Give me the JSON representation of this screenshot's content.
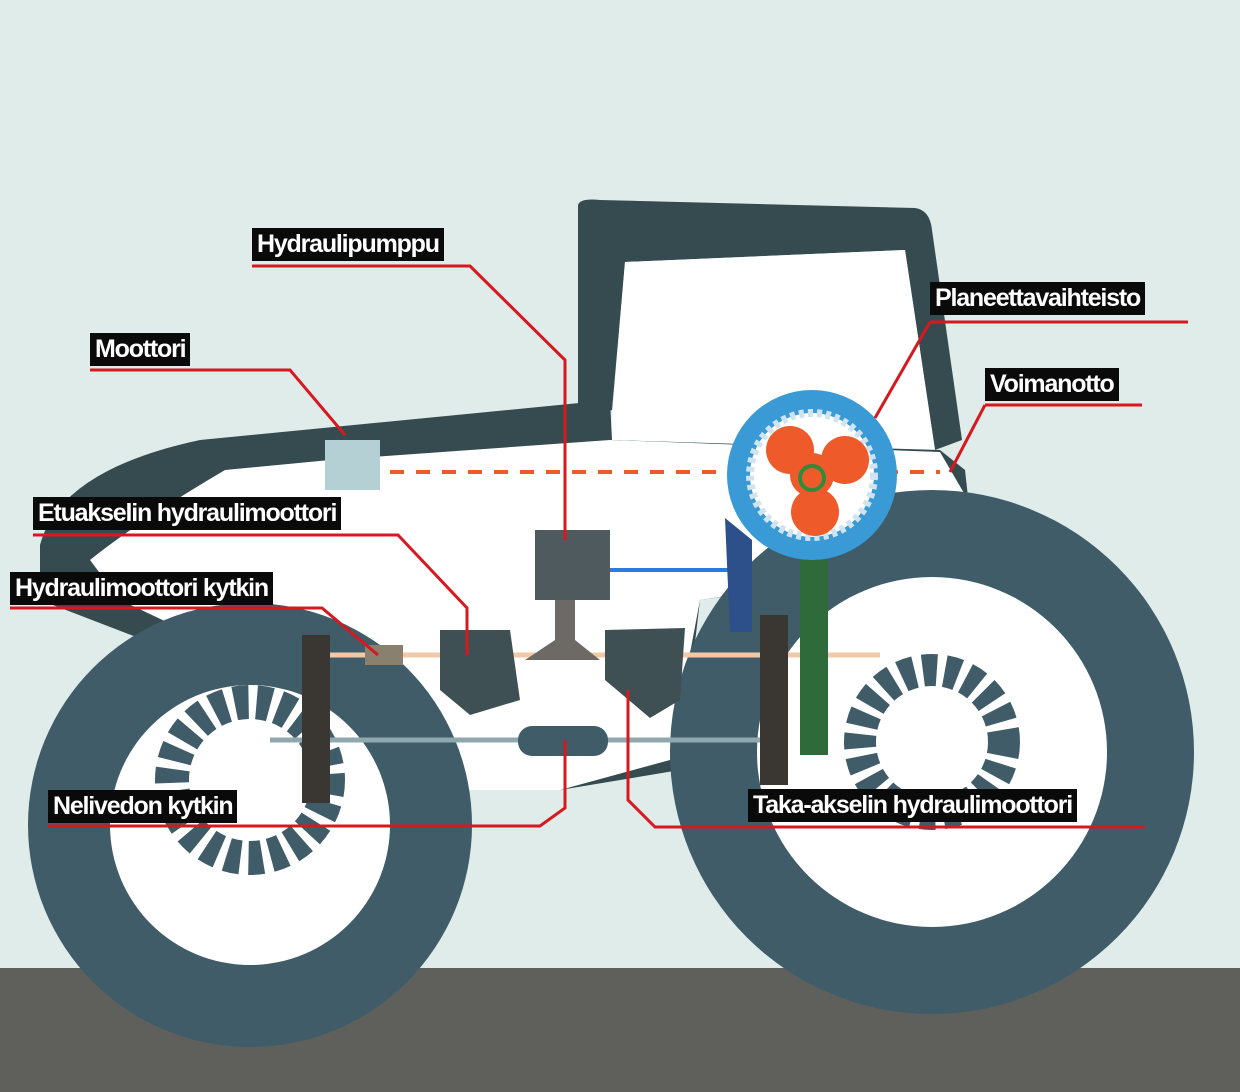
{
  "labels": {
    "hydraulic_pump": "Hydraulipumppu",
    "engine": "Moottori",
    "planetary_gear": "Planeettavaihteisto",
    "pto": "Voimanotto",
    "front_axle_motor": "Etuakselin hydraulimoottori",
    "motor_clutch": "Hydraulimoottori kytkin",
    "four_wd_clutch": "Nelivedon kytkin",
    "rear_axle_motor": "Taka-akselin hydraulimoottori"
  },
  "colors": {
    "background": "#dfecea",
    "ground": "#5f605c",
    "tire": "#3f5c68",
    "cab": "#354b50",
    "leader_line": "#d7181f",
    "power_flow": "#ef5a2a",
    "planetary_ring": "#3a9ad6",
    "hydraulic_line": "#2a7ae0"
  }
}
